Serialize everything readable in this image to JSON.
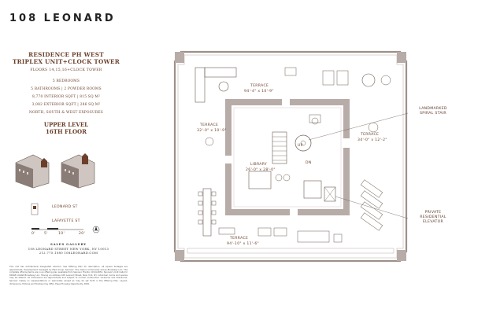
{
  "brand": "108 LEONARD",
  "residence": {
    "title_line1": "RESIDENCE PH WEST",
    "title_line2": "TRIPLEX UNIT+CLOCK TOWER",
    "floors": "FLOORS 14,15,16+CLOCK TOWER",
    "specs": [
      "5 BEDROOMS",
      "5 BATHROOMS | 2 POWDER ROOMS",
      "8,770 INTERIOR SQFT | 815 SQ M²",
      "3,082 EXTERIOR SQFT | 286 SQ M²",
      "NORTH, SOUTH & WEST EXPOSURES"
    ],
    "level_line1": "UPPER LEVEL",
    "level_line2": "16TH FLOOR"
  },
  "scale": {
    "labels": [
      "0'",
      "5'",
      "10'",
      "20'"
    ],
    "street_top": "LEONARD ST",
    "street_bottom": "LAFAYETTE ST"
  },
  "sales": {
    "title": "SALES GALLERY",
    "address": "108 LEONARD STREET NEW YORK, NY 10013",
    "contact": "212.775.1080 108LEONARD.COM"
  },
  "disclaimer": "This unit has architectural designated interiors. See Offering Plan for description. All square footages are approximate. Development managed by Elad Group. Sponsor: One Casino Community Group Broadway LLC. The complete offering terms are in an offering plan available from Sponsor. File No. CD14-0051. Sponsor's Unit Calls for RIDGE LOGAN Broadway LLC. Having an address 108 Leonard Street, New York, NY. Individual rooms and spaces may be altered. All dimensions are approximate and subject to normal construction variances and tolerances. Sponsor makes no representations or warranties except as may be set forth in the Offering Plan. Layout, dimensions, fixtures and finishes may differ. Equal Housing Opportunity. 2020.",
  "rooms": {
    "terrace_north": "TERRACE",
    "terrace_north_dim": "94'-4\" x 10'-9\"",
    "terrace_west": "TERRACE",
    "terrace_west_dim": "32'-0\" x 10'-9\"",
    "terrace_east": "TERRACE",
    "terrace_east_dim": "34'-0\" x 12'-2\"",
    "terrace_south": "TERRACE",
    "terrace_south_dim": "94'-10\" x 11'-6\"",
    "library": "LIBRARY",
    "library_dim": "26'-0\" x 28'-0\"",
    "up": "UP",
    "dn": "DN"
  },
  "callouts": {
    "spiral_line1": "LANDMARKED",
    "spiral_line2": "SPIRAL STAIR",
    "elevator_line1": "PRIVATE",
    "elevator_line2": "RESIDENTIAL",
    "elevator_line3": "ELEVATOR"
  },
  "colors": {
    "wall": "#b7aca8",
    "accent": "#6b3f2a",
    "ink": "#5a3a2a"
  }
}
